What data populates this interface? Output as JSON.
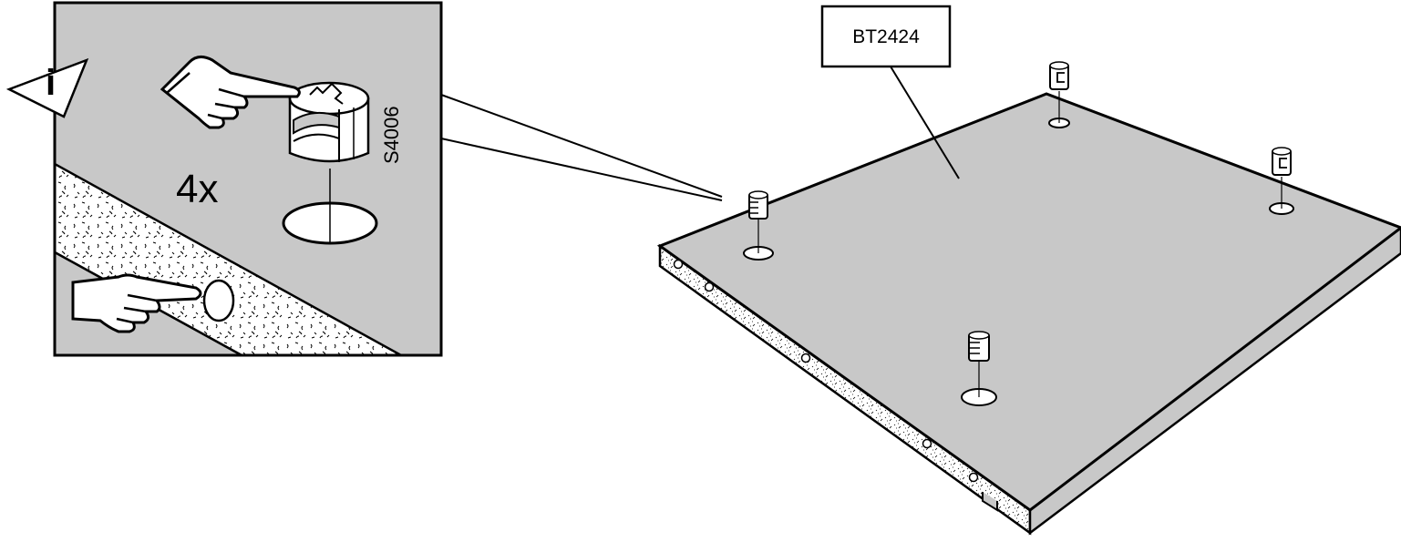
{
  "part_label": "BT2424",
  "quantity_label": "4x",
  "fitting_code": "S4006",
  "info_symbol": "i",
  "colors": {
    "panel_gray": "#c8c8c8",
    "line": "#000000",
    "background": "#ffffff"
  },
  "icons": [
    "info-icon",
    "pointing-hand-icon",
    "cam-lock-fitting-icon",
    "cam-dowel-icon"
  ]
}
